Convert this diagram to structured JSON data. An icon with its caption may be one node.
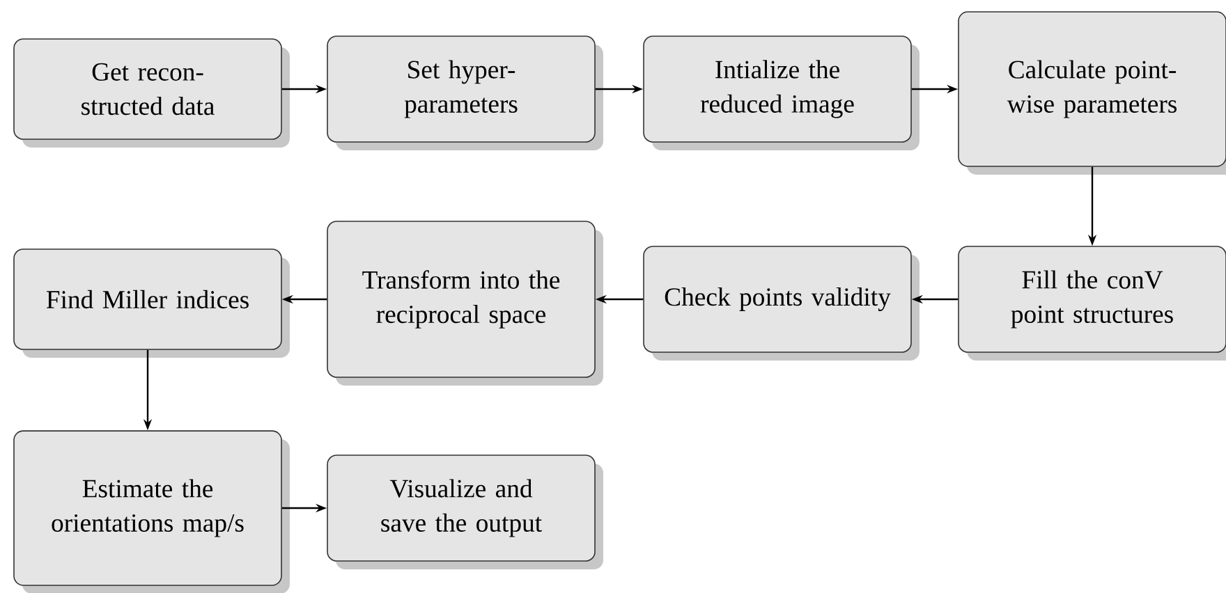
{
  "diagram": {
    "nodes": [
      {
        "text": [
          "Get recon- structed data"
        ]
      },
      {
        "text": [
          "Set hyper- parameters"
        ]
      },
      {
        "text": [
          "Intialize the reduced image"
        ]
      },
      {
        "text": [
          "Calculate point-wise parameters"
        ]
      },
      {
        "text": [
          "Fill the conV point structures"
        ]
      },
      {
        "text": [
          "Check points validity"
        ]
      },
      {
        "text": [
          "Transform into the reciprocal space"
        ]
      },
      {
        "text": [
          "Find Miller indices"
        ]
      },
      {
        "text": [
          "Estimate the orientations map/s"
        ]
      },
      {
        "text": [
          "Visualize and save the output"
        ]
      }
    ],
    "edges": [
      {
        "from": 0,
        "to": 1,
        "arrow": "to"
      },
      {
        "from": 1,
        "to": 2,
        "arrow": "to"
      },
      {
        "from": 2,
        "to": 3,
        "arrow": "to"
      },
      {
        "from": 3,
        "to": 4,
        "arrow": "to"
      },
      {
        "from": 4,
        "to": 5,
        "arrow": "to"
      },
      {
        "from": 5,
        "to": 6,
        "arrow": "to"
      },
      {
        "from": 6,
        "to": 7,
        "arrow": "to"
      },
      {
        "from": 7,
        "to": 8,
        "arrow": "to"
      },
      {
        "from": 8,
        "to": 9,
        "arrow": "to"
      }
    ]
  }
}
